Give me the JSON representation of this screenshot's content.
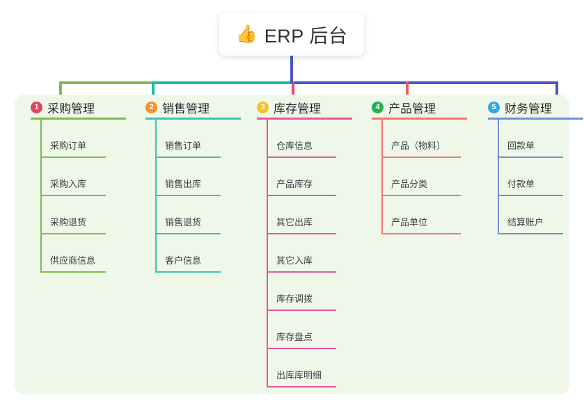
{
  "diagram": {
    "root": {
      "emoji": "👍",
      "icon_name": "thumbs-up-icon",
      "label": "ERP 后台"
    },
    "panel_bg": "#eef7e8",
    "stem_color": "#4a55c9",
    "columns": [
      {
        "index": "1",
        "title": "采购管理",
        "badge_color": "#e8415c",
        "line_color": "#7dbb4f",
        "items": [
          "采购订单",
          "采购入库",
          "采购退货",
          "供应商信息"
        ]
      },
      {
        "index": "2",
        "title": "销售管理",
        "badge_color": "#f5922f",
        "line_color": "#3ec2b0",
        "items": [
          "销售订单",
          "销售出库",
          "销售退货",
          "客户信息"
        ]
      },
      {
        "index": "3",
        "title": "库存管理",
        "badge_color": "#f5c024",
        "line_color": "#e8559b",
        "items": [
          "仓库信息",
          "产品库存",
          "其它出库",
          "其它入库",
          "库存调拨",
          "库存盘点",
          "出库库明细"
        ]
      },
      {
        "index": "4",
        "title": "产品管理",
        "badge_color": "#27ae52",
        "line_color": "#f4746e",
        "items": [
          "产品（物料）",
          "产品分类",
          "产品单位"
        ]
      },
      {
        "index": "5",
        "title": "财务管理",
        "badge_color": "#32a8e8",
        "line_color": "#6f8fd8",
        "items": [
          "回款单",
          "付款单",
          "结算账户"
        ]
      }
    ],
    "bus_segments": [
      {
        "color": "#7dbb4f"
      },
      {
        "color": "#18bfa6"
      },
      {
        "color": "#4a55c9"
      }
    ]
  }
}
